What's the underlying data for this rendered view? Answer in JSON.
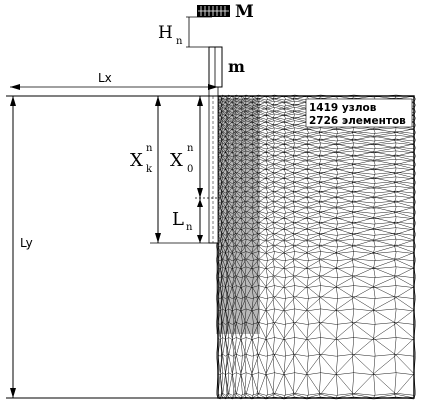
{
  "labels": {
    "heavy_mass": "M",
    "light_mass": "m",
    "height_H": "H",
    "height_H_sub": "n",
    "Lx": "Lx",
    "Ly": "Ly",
    "Xk": "X",
    "Xk_sup": "n",
    "Xk_sub": "k",
    "X0": "X",
    "X0_sup": "n",
    "X0_sub": "0",
    "Ln": "L",
    "Ln_sub": "n"
  },
  "mesh_info": {
    "nodes": "1419 узлов",
    "elements": "2726 элементов"
  }
}
